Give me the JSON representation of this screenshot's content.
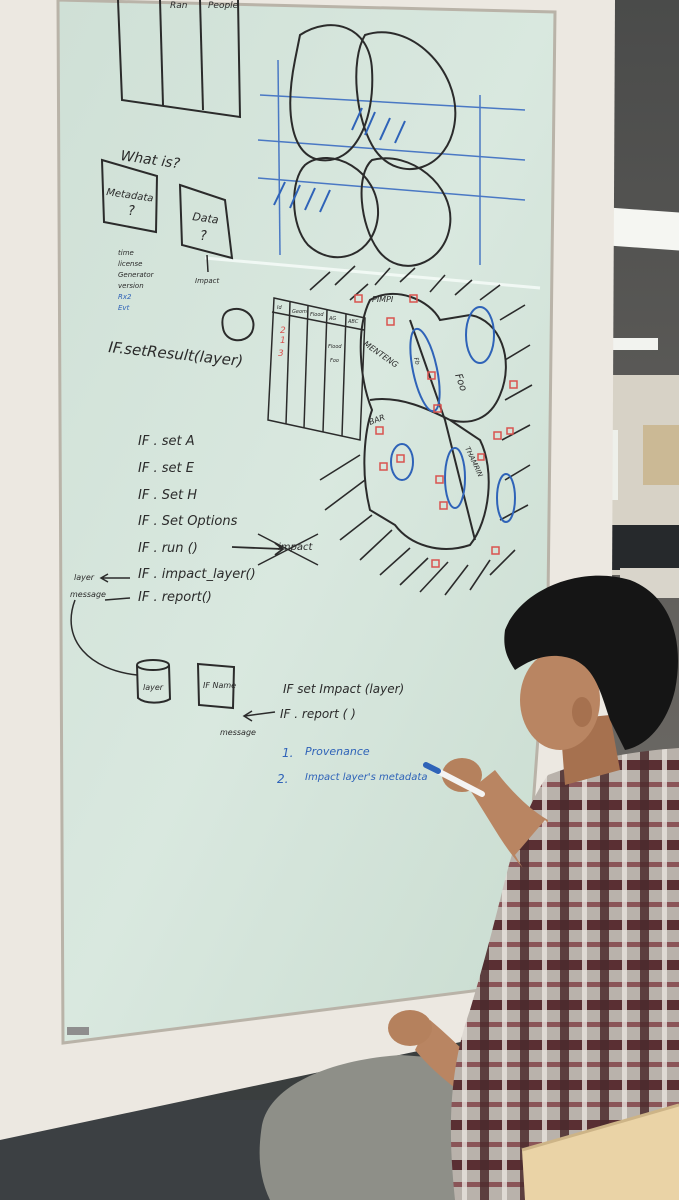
{
  "scene": {
    "description_tag": "photo-whiteboard",
    "whiteboard": {
      "top_left_sketch": {
        "header_words": [
          "",
          "Ran",
          "People"
        ]
      },
      "what_is": {
        "question": "What is?",
        "boxes": [
          {
            "label": "Metadata",
            "mark": "?"
          },
          {
            "label": "Data",
            "mark": "?"
          }
        ],
        "metadata_list": [
          "time",
          "license",
          "Generator",
          "version",
          "Rx2",
          "Evt"
        ],
        "data_note": "Impact"
      },
      "code_lines": [
        "IF.setResult(layer)",
        "IF . set A",
        "IF . set E",
        "IF . Set H",
        "IF . Set Options",
        "IF . run ()",
        "IF . impact_layer()",
        "IF . report()"
      ],
      "run_arrow_target": "impact",
      "side_labels": [
        "layer",
        "message"
      ],
      "bottom_boxes": [
        {
          "label": "layer"
        },
        {
          "label": "IF Name"
        }
      ],
      "bottom_calls": [
        "IF set Impact (layer)",
        "IF . report ( )"
      ],
      "bottom_message_label": "message",
      "blue_list": [
        {
          "num": "1.",
          "text": "Provenance"
        },
        {
          "num": "2.",
          "text": "Impact layer's metadata"
        }
      ],
      "map_labels": [
        "PIMPI",
        "MENTENG",
        "Foo",
        "BAR",
        "THAMRIN",
        "Fb"
      ],
      "table_headers": [
        "Id",
        "Geom",
        "Flood",
        "AG",
        "ABC"
      ],
      "table_cells": [
        "1",
        "2",
        "3",
        "Flood",
        "Foo"
      ]
    },
    "colors": {
      "board": "#d6e6dc",
      "frame": "#ece8e1",
      "marker_black": "#2b2b2b",
      "marker_blue": "#2f63b8",
      "marker_red": "#d9534f",
      "shirt": "#6b3d3d",
      "pants": "#8e8f88"
    }
  }
}
